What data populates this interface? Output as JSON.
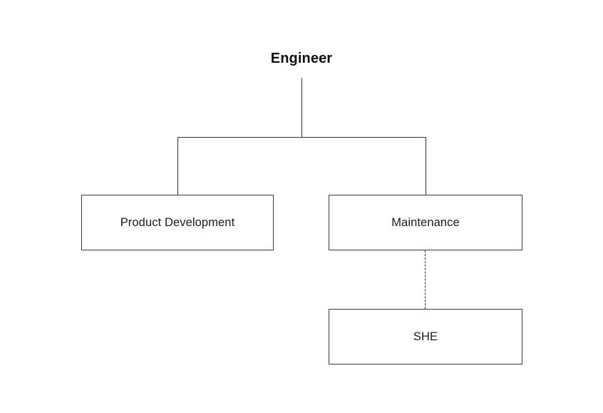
{
  "chart_data": {
    "type": "diagram",
    "diagram_type": "organization-chart",
    "title": "Engineer",
    "orientation": "top-down",
    "background_color": "#ffffff",
    "line_color": "#2f2f2f",
    "border_color": "#3a3a3a",
    "text_color": "#1a1a1a",
    "nodes": [
      {
        "id": "engineer",
        "label": "Engineer",
        "shape": "text-only",
        "bold": true,
        "level": 0
      },
      {
        "id": "product-development",
        "label": "Product Development",
        "shape": "rectangle",
        "bold": false,
        "level": 1
      },
      {
        "id": "maintenance",
        "label": "Maintenance",
        "shape": "rectangle",
        "bold": false,
        "level": 1
      },
      {
        "id": "she",
        "label": "SHE",
        "shape": "rectangle",
        "bold": false,
        "level": 2
      }
    ],
    "edges": [
      {
        "from": "engineer",
        "to": "product-development",
        "style": "solid"
      },
      {
        "from": "engineer",
        "to": "maintenance",
        "style": "solid"
      },
      {
        "from": "maintenance",
        "to": "she",
        "style": "dashed"
      }
    ]
  },
  "root": {
    "label": "Engineer"
  },
  "boxes": {
    "product_development": "Product Development",
    "maintenance": "Maintenance",
    "she": "SHE"
  }
}
